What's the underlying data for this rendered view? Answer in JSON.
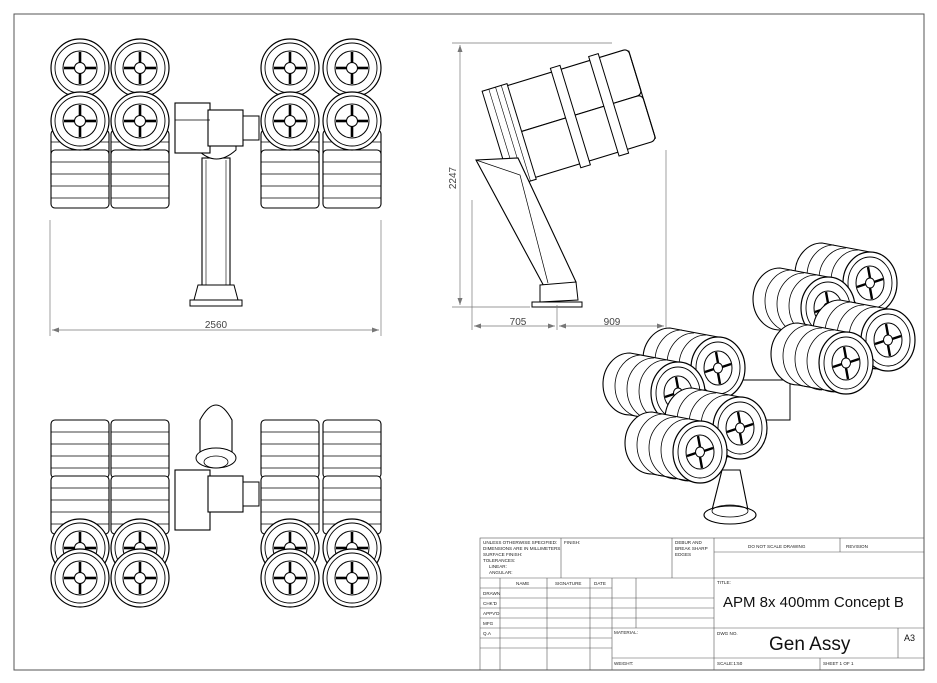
{
  "dimensions": {
    "width": "2560",
    "height": "2247",
    "left_offset": "705",
    "right_offset": "909"
  },
  "title_block": {
    "tolerances_note": [
      "UNLESS OTHERWISE SPECIFIED:",
      "DIMENSIONS ARE IN MILLIMETERS",
      "SURFACE FINISH:",
      "TOLERANCES:",
      "LINEAR:",
      "ANGULAR:"
    ],
    "finish_label": "FINISH:",
    "deburr_note": [
      "DEBUR AND",
      "BREAK SHARP",
      "EDGES"
    ],
    "do_not_scale": "DO NOT SCALE DRAWING",
    "revision_label": "REVISION",
    "col_name": "NAME",
    "col_signature": "SIGNATURE",
    "col_date": "DATE",
    "row_labels": [
      "DRAWN",
      "CHK'D",
      "APPV'D",
      "MFG",
      "Q.A"
    ],
    "material_label": "MATERIAL:",
    "weight_label": "WEIGHT:",
    "title_label": "TITLE:",
    "title": "APM 8x 400mm Concept B",
    "dwg_no_label": "DWG NO.",
    "dwg_no": "Gen Assy",
    "sheet_size": "A3",
    "scale": "SCALE:1:50",
    "sheet": "SHEET 1 OF 1"
  }
}
